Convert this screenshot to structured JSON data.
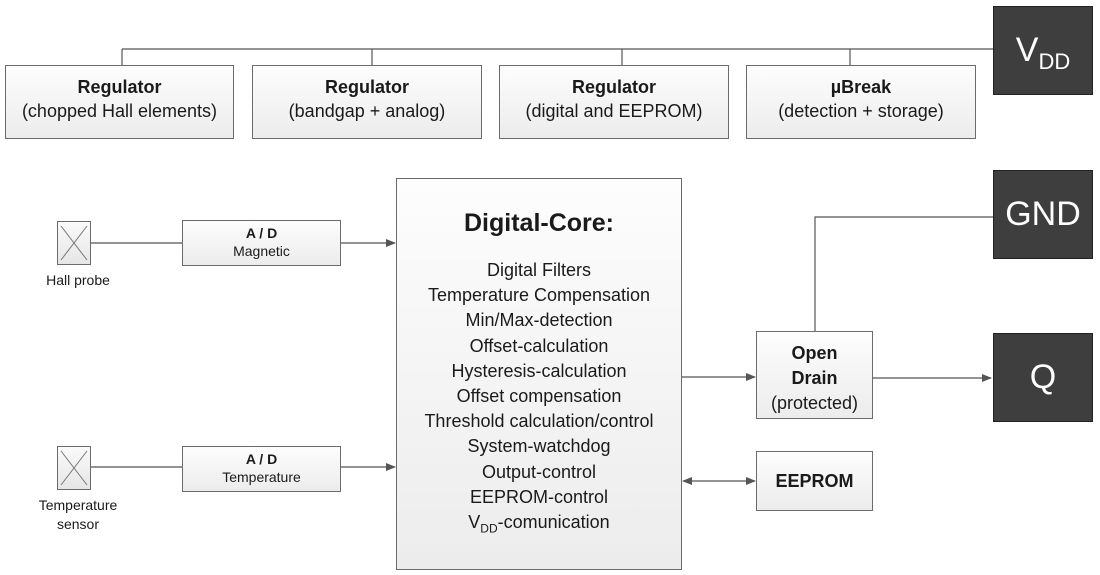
{
  "regulators": [
    {
      "title": "Regulator",
      "subtitle": "(chopped Hall elements)"
    },
    {
      "title": "Regulator",
      "subtitle": "(bandgap + analog)"
    },
    {
      "title": "Regulator",
      "subtitle": "(digital and EEPROM)"
    },
    {
      "title": "µBreak",
      "subtitle": "(detection + storage)"
    }
  ],
  "pins": {
    "vdd": {
      "main": "V",
      "sub": "DD"
    },
    "gnd": "GND",
    "q": "Q"
  },
  "inputs": {
    "hall_probe_label": "Hall probe",
    "temp_sensor_label_1": "Temperature",
    "temp_sensor_label_2": "sensor",
    "ad_magnetic": {
      "title": "A / D",
      "subtitle": "Magnetic"
    },
    "ad_temperature": {
      "title": "A / D",
      "subtitle": "Temperature"
    }
  },
  "core": {
    "title": "Digital-Core:",
    "functions": [
      "Digital Filters",
      "Temperature Compensation",
      "Min/Max-detection",
      "Offset-calculation",
      "Hysteresis-calculation",
      "Offset compensation",
      "Threshold calculation/control",
      "System-watchdog",
      "Output-control",
      "EEPROM-control"
    ],
    "vdd_comm": {
      "pre": "V",
      "sub": "DD",
      "post": "-comunication"
    }
  },
  "open_drain": {
    "line1": "Open",
    "line2": "Drain",
    "line3": "(protected)"
  },
  "eeprom": "EEPROM",
  "colors": {
    "pin_fill": "#3e3e3e",
    "line": "#555555"
  }
}
